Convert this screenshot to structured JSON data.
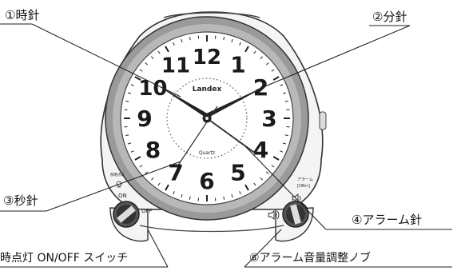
{
  "callouts": {
    "hour_hand": "①時針",
    "minute_hand": "②分針",
    "second_hand": "③秒針",
    "alarm_hand": "④アラーム針",
    "light_switch": "時点灯 ON/OFF スイッチ",
    "volume_knob": "⑥アラーム音量調整ノブ"
  },
  "dial": {
    "brand": "Landex",
    "movement": "Quartz",
    "numerals": [
      "12",
      "1",
      "2",
      "3",
      "4",
      "5",
      "6",
      "7",
      "8",
      "9",
      "10",
      "11"
    ]
  },
  "panel_labels": {
    "light_icon_label": "照明点灯",
    "switch_on": "ON",
    "switch_off": "OFF",
    "alarm_label": "アラーム",
    "alarm_state": "[ON↔]"
  }
}
